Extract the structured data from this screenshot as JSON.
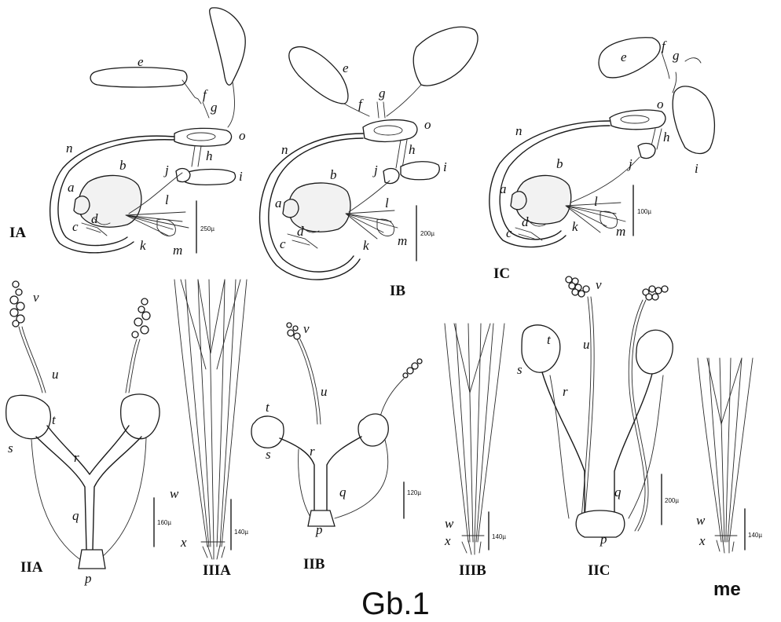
{
  "caption": "Gb.1",
  "watermark": "me",
  "figures": {
    "IA": {
      "title": "IA",
      "scale": "250µ",
      "labels": [
        "a",
        "b",
        "c",
        "d",
        "e",
        "f",
        "g",
        "h",
        "i",
        "j",
        "k",
        "l",
        "m",
        "n",
        "o"
      ]
    },
    "IB": {
      "title": "IB",
      "scale": "200µ",
      "labels": [
        "a",
        "b",
        "c",
        "d",
        "e",
        "f",
        "g",
        "h",
        "i",
        "j",
        "k",
        "l",
        "m",
        "n",
        "o"
      ]
    },
    "IC": {
      "title": "IC",
      "scale": "100µ",
      "labels": [
        "a",
        "b",
        "c",
        "d",
        "e",
        "f",
        "g",
        "h",
        "i",
        "j",
        "k",
        "l",
        "m",
        "n",
        "o"
      ]
    },
    "IIA": {
      "title": "IIA",
      "scale": "160µ",
      "labels": [
        "v",
        "u",
        "t",
        "s",
        "r",
        "q",
        "p"
      ]
    },
    "IIIA": {
      "title": "IIIA",
      "scale": "140µ",
      "labels": [
        "w",
        "x"
      ]
    },
    "IIB": {
      "title": "IIB",
      "scale": "120µ",
      "labels": [
        "v",
        "u",
        "t",
        "s",
        "r",
        "q",
        "p"
      ]
    },
    "IIIB": {
      "title": "IIIB",
      "scale": "140µ",
      "labels": [
        "w",
        "x"
      ]
    },
    "IIC": {
      "title": "IIC",
      "scale": "200µ",
      "labels": [
        "v",
        "u",
        "t",
        "s",
        "r",
        "q",
        "p"
      ]
    },
    "IIIC": {
      "scale": "140µ",
      "labels": [
        "w",
        "x"
      ]
    }
  }
}
